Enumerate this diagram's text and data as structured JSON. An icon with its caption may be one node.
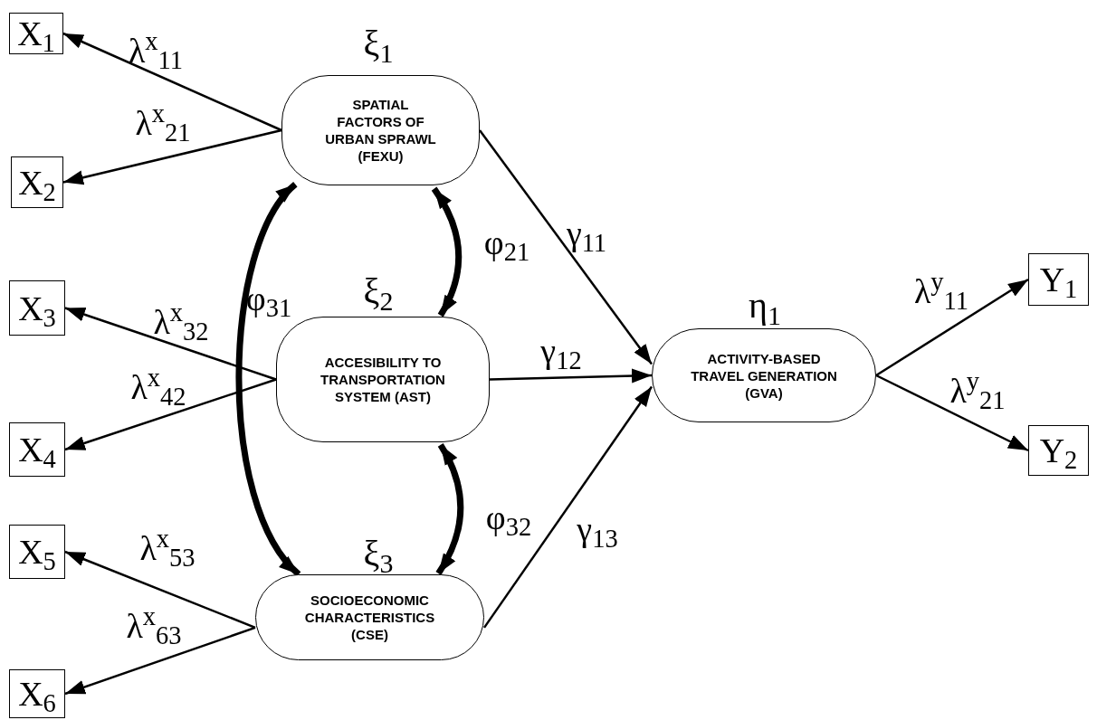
{
  "diagram": {
    "nodes": [
      {
        "text": [
          "X$_{1}$"
        ]
      },
      {
        "text": [
          "X$_{2}$"
        ]
      },
      {
        "text": [
          "X$_{3}$"
        ]
      },
      {
        "text": [
          "X$_{4}$"
        ]
      },
      {
        "text": [
          "X$_{5}$"
        ]
      },
      {
        "text": [
          "X$_{6}$"
        ]
      },
      {
        "text": [
          "SPATIAL FACTORS OF URBAN SPRAWL (FEXU)"
        ],
        "beside": [
          "ξ$_{1}$"
        ]
      },
      {
        "text": [
          "ACCESIBILITY TO TRANSPORTATION SYSTEM (AST)"
        ],
        "beside": [
          "ξ$_{2}$"
        ]
      },
      {
        "text": [
          "SOCIOECONOMIC CHARACTERISTICS (CSE)"
        ],
        "beside": [
          "ξ$_{3}$"
        ]
      },
      {
        "text": [
          "ACTIVITY-BASED TRAVEL GENERATION (GVA)"
        ],
        "beside": [
          "η$_{1}$"
        ]
      },
      {
        "text": [
          "Y$_{1}$"
        ]
      },
      {
        "text": [
          "Y$_{2}$"
        ]
      }
    ],
    "edges": [
      {
        "from": 6,
        "to": 0,
        "arrow": "to",
        "label": "λ$^{x}$$_{11}$"
      },
      {
        "from": 6,
        "to": 1,
        "arrow": "to",
        "label": "λ$^{x}$$_{21}$"
      },
      {
        "from": 7,
        "to": 2,
        "arrow": "to",
        "label": "λ$^{x}$$_{32}$"
      },
      {
        "from": 7,
        "to": 3,
        "arrow": "to",
        "label": "λ$^{x}$$_{42}$"
      },
      {
        "from": 8,
        "to": 4,
        "arrow": "to",
        "label": "λ$^{x}$$_{53}$"
      },
      {
        "from": 8,
        "to": 5,
        "arrow": "to",
        "label": "λ$^{x}$$_{63}$"
      },
      {
        "from": 6,
        "to": 9,
        "arrow": "to",
        "label": "γ$_{11}$"
      },
      {
        "from": 7,
        "to": 9,
        "arrow": "to",
        "label": "γ$_{12}$"
      },
      {
        "from": 8,
        "to": 9,
        "arrow": "to",
        "label": "γ$_{13}$"
      },
      {
        "from": 9,
        "to": 10,
        "arrow": "to",
        "label": "λ$^{y}$$_{11}$"
      },
      {
        "from": 9,
        "to": 11,
        "arrow": "to",
        "label": "λ$^{y}$$_{21}$"
      },
      {
        "from": 6,
        "to": 7,
        "arrow": "both",
        "label": "φ$_{21}$",
        "style": "thick"
      },
      {
        "from": 6,
        "to": 8,
        "arrow": "both",
        "label": "φ$_{31}$",
        "style": "thick"
      },
      {
        "from": 7,
        "to": 8,
        "arrow": "both",
        "label": "φ$_{32}$",
        "style": "thick"
      }
    ]
  }
}
